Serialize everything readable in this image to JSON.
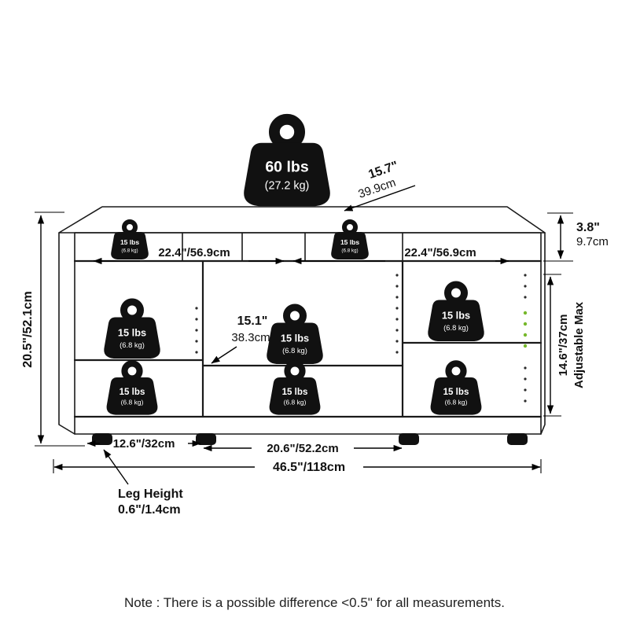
{
  "diagram": {
    "weights": {
      "top": {
        "line1": "60 lbs",
        "line2": "(27.2 kg)"
      },
      "shelf": {
        "line1": "15 lbs",
        "line2": "(6.8 kg)"
      }
    },
    "dims": {
      "top_depth_in": "15.7\"",
      "top_depth_cm": "39.9cm",
      "top_row_height_in": "3.8\"",
      "top_row_height_cm": "9.7cm",
      "cubby_left": "22.4\"/56.9cm",
      "cubby_right": "22.4\"/56.9cm",
      "overall_height": "20.5\"/52.1cm",
      "center_width_in": "15.1\"",
      "center_width_cm": "38.3cm",
      "adjustable_height": "14.6\"/37cm",
      "adjustable_label": "Adjustable Max",
      "bottom_left_width": "12.6\"/32cm",
      "bottom_center_width": "20.6\"/52.2cm",
      "overall_width": "46.5\"/118cm",
      "leg_height_label": "Leg Height",
      "leg_height_value": "0.6\"/1.4cm"
    },
    "note": "Note : There is a possible difference <0.5\" for all measurements.",
    "colors": {
      "accent_green": "#76b82a"
    }
  }
}
